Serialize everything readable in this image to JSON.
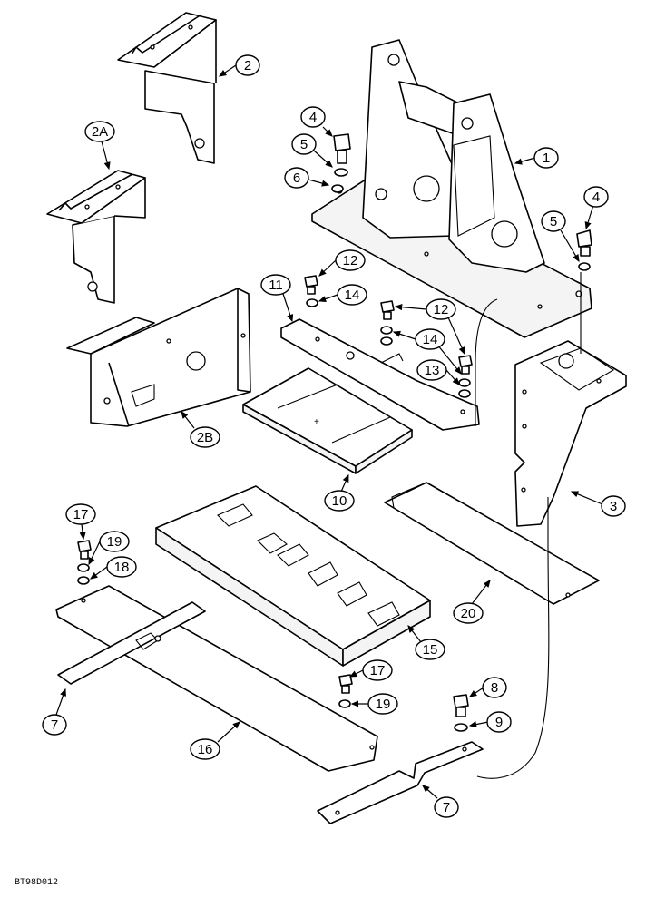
{
  "figure": {
    "reference_code": "BT98D012"
  },
  "callouts": {
    "c1": "1",
    "c2": "2",
    "c2a": "2A",
    "c2b": "2B",
    "c3": "3",
    "c4a": "4",
    "c4b": "4",
    "c5a": "5",
    "c5b": "5",
    "c6": "6",
    "c7a": "7",
    "c7b": "7",
    "c8": "8",
    "c9": "9",
    "c10": "10",
    "c11": "11",
    "c12a": "12",
    "c12b": "12",
    "c13": "13",
    "c14a": "14",
    "c14b": "14",
    "c15": "15",
    "c16": "16",
    "c17a": "17",
    "c17b": "17",
    "c18": "18",
    "c19a": "19",
    "c19b": "19",
    "c20": "20"
  }
}
